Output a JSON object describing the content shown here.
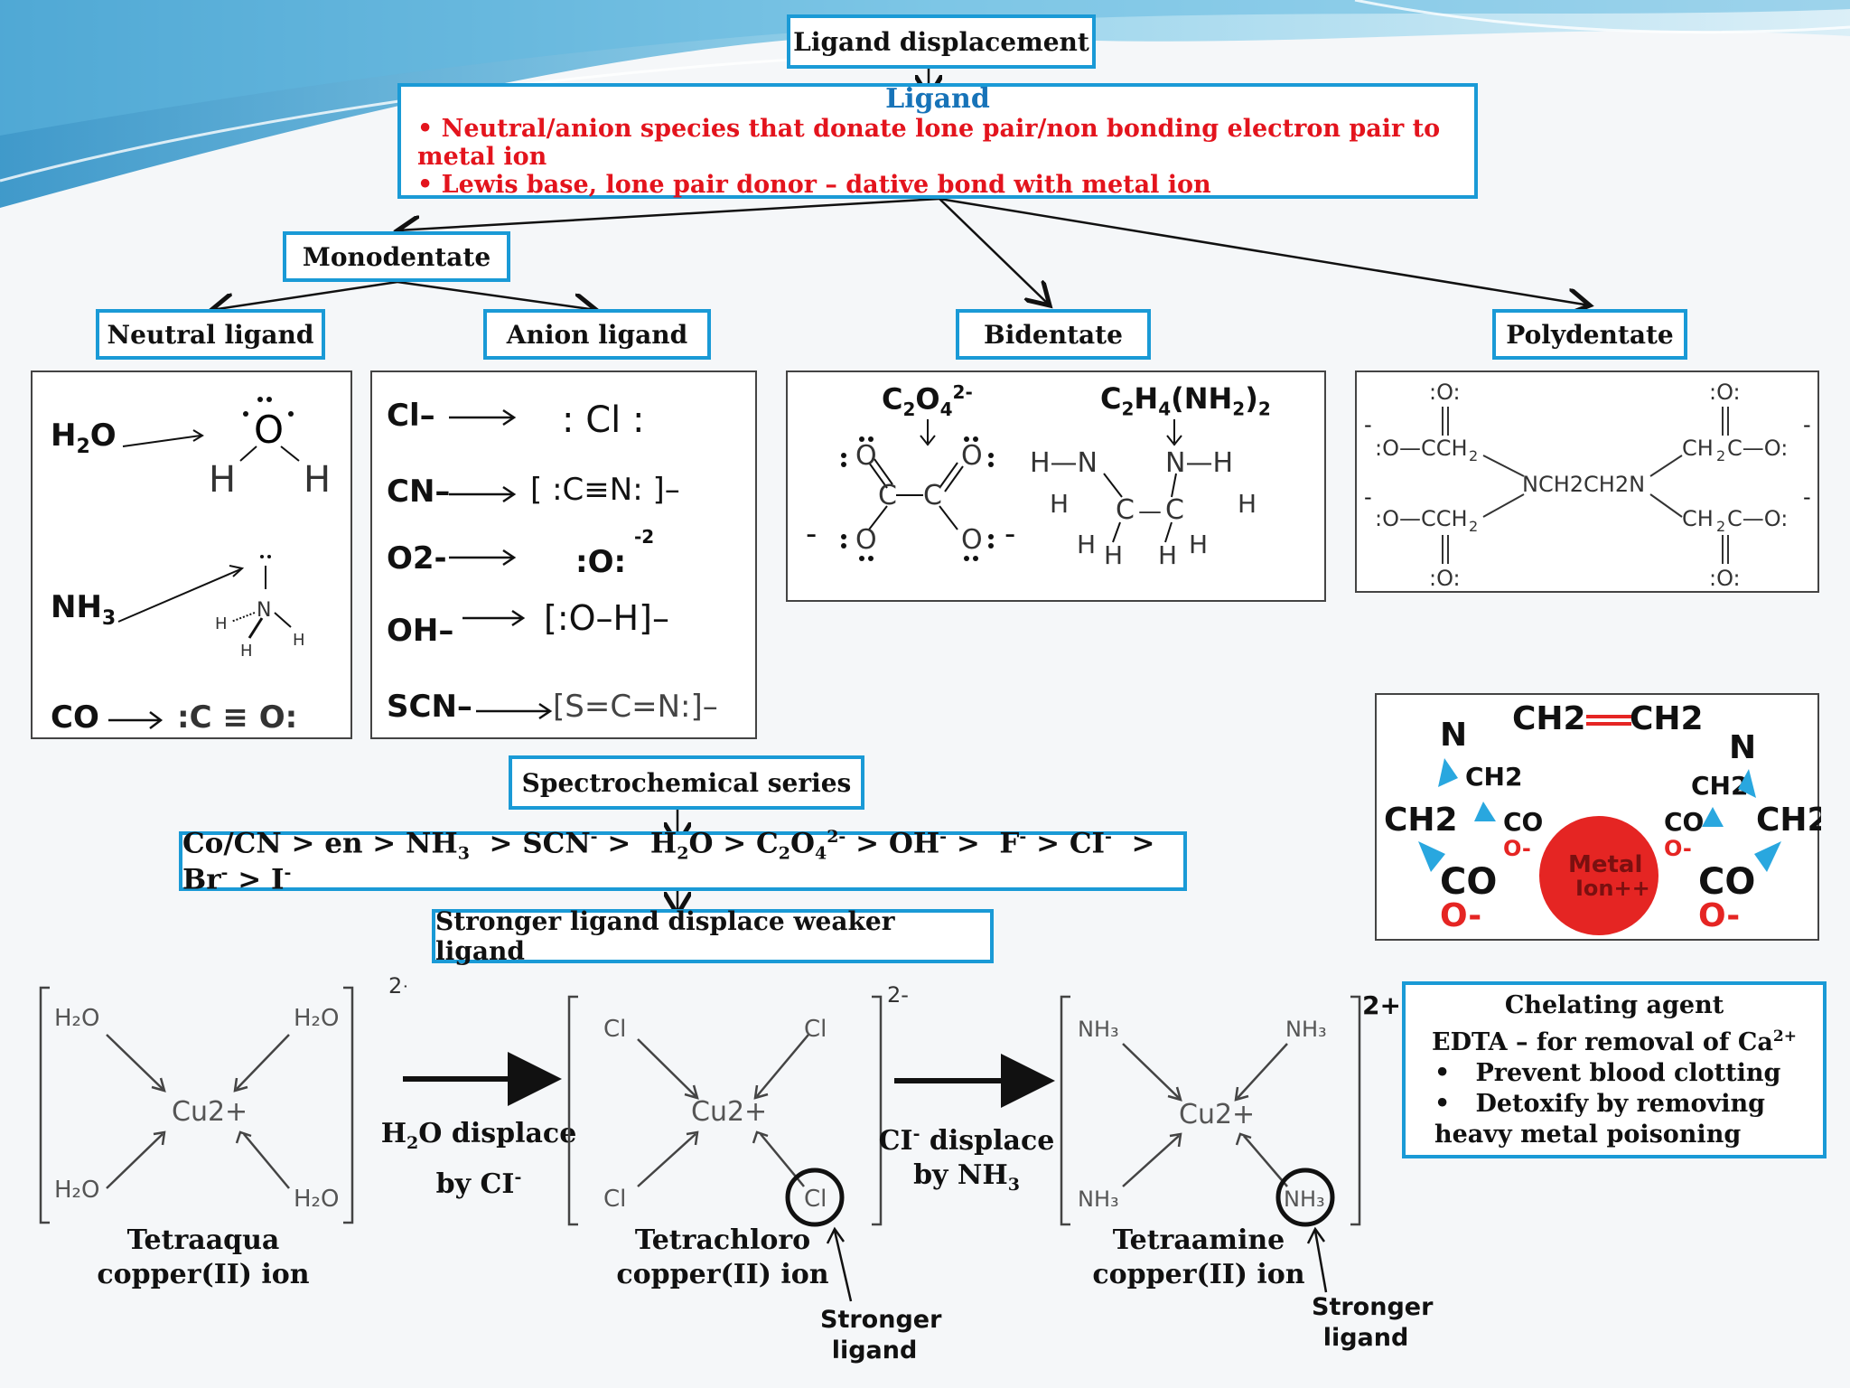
{
  "header": {
    "title": "Ligand displacement"
  },
  "ligand_box": {
    "title": "Ligand",
    "bullets": [
      "• Neutral/anion species that donate lone pair/non bonding electron pair to metal ion",
      "• Lewis base, lone pair donor – dative bond with metal ion"
    ]
  },
  "categories": {
    "monodentate": "Monodentate",
    "neutral": "Neutral ligand",
    "anion": "Anion ligand",
    "bidentate": "Bidentate",
    "polydentate": "Polydentate"
  },
  "neutral_ligands": [
    {
      "formula": "H2O"
    },
    {
      "formula": "NH3"
    },
    {
      "formula": "CO",
      "structure": ":C ≡ O:"
    }
  ],
  "anion_ligands": [
    {
      "formula": "Cl–",
      "structure": ": Cl :"
    },
    {
      "formula": "CN–",
      "structure": "[ :C≡N: ]–"
    },
    {
      "formula": "O2-",
      "structure": ":O:",
      "charge": "-2"
    },
    {
      "formula": "OH–",
      "structure": "[:O–H]–"
    },
    {
      "formula": "SCN–",
      "structure": "[S=C=N:]–"
    }
  ],
  "bidentate": {
    "left": "C2O4 2-",
    "right": "C2H4(NH2)2"
  },
  "edta_labels": {
    "center": "NCH2CH2N"
  },
  "chelate_image": {
    "left_n": "N",
    "right_n": "N",
    "ch2": "CH2",
    "co": "CO",
    "o_minus": "O-",
    "metal": "Metal",
    "ion": "Ion++"
  },
  "spectro": {
    "title": "Spectrochemical series",
    "series": "Co/CN > en > NH3 > SCN- > H2O > C2O4 2- > OH- > F- > CI- > Br- > I-",
    "conclusion": "Stronger ligand displace weaker ligand"
  },
  "complexes": [
    {
      "name_line1": "Tetraaqua",
      "name_line2": "copper(II) ion",
      "charge": "2+",
      "ligand": "H2O",
      "center": "Cu2+"
    },
    {
      "name_line1": "Tetrachloro",
      "name_line2": "copper(II) ion",
      "charge": "2-",
      "ligand": "Cl",
      "center": "Cu2+"
    },
    {
      "name_line1": "Tetraamine",
      "name_line2": "copper(II) ion",
      "charge": "2+",
      "ligand": "NH3",
      "center": "Cu2+"
    }
  ],
  "reactions": [
    {
      "line1": "H2O displace",
      "line2": "by CI-"
    },
    {
      "line1": "CI- displace",
      "line2": "by NH3"
    }
  ],
  "stronger_ligand": {
    "line1": "Stronger",
    "line2": "ligand"
  },
  "chelating": {
    "title": "Chelating agent",
    "subtitle": "EDTA – for removal of Ca2+",
    "bullets": [
      "Prevent blood clotting",
      "Detoxify by removing heavy metal poisoning"
    ]
  },
  "colors": {
    "accent_border": "#1a9ad6",
    "ligand_title": "#1773b8",
    "bullet_red": "#e3141d",
    "metal_red": "#e52523"
  }
}
